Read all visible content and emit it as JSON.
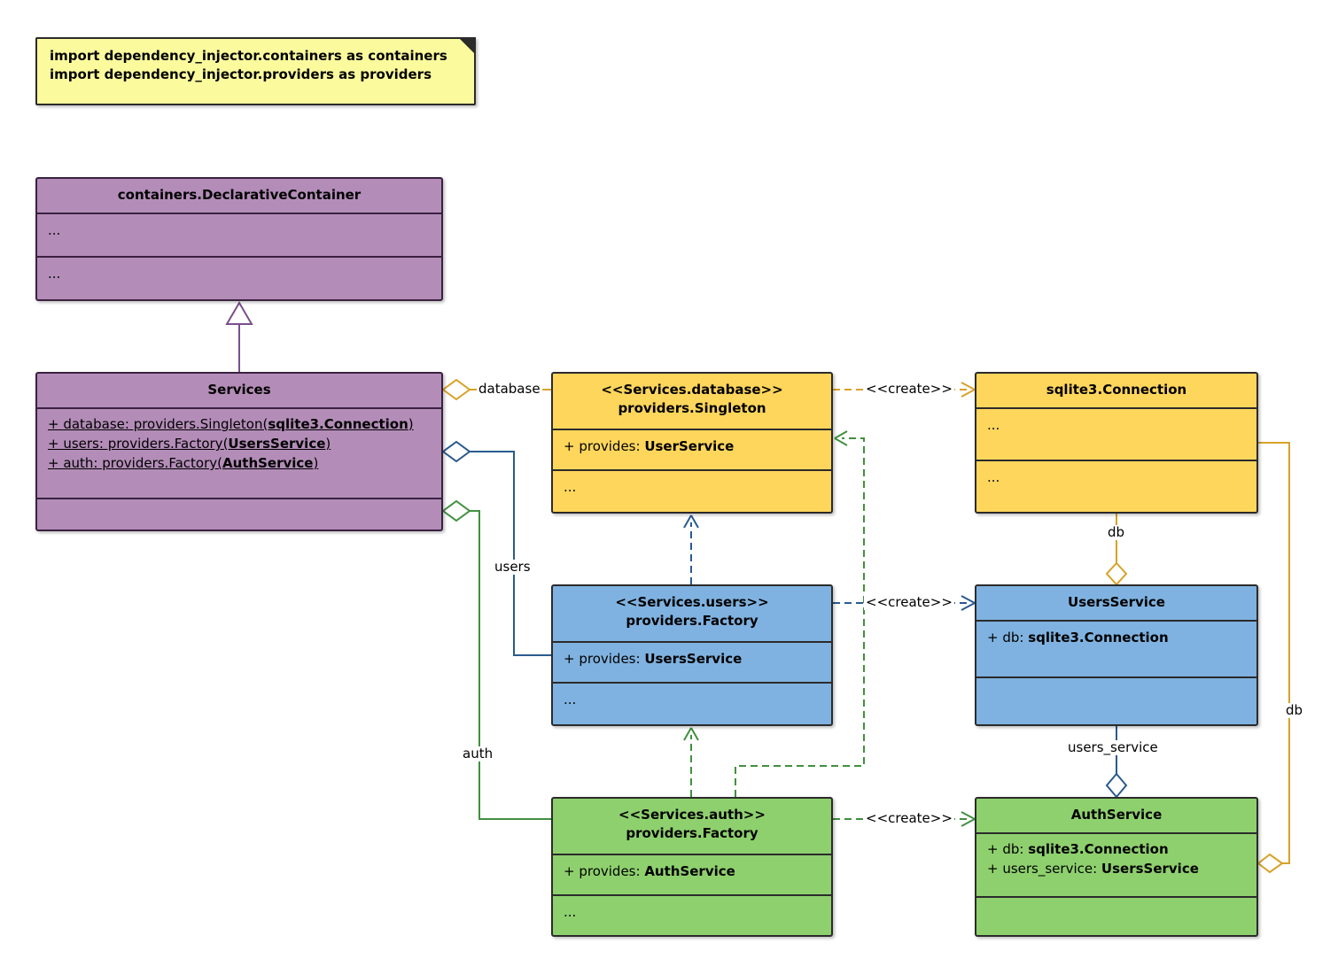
{
  "note": {
    "line1": "import dependency_injector.containers as containers",
    "line2": "import dependency_injector.providers as providers"
  },
  "colors": {
    "purple_fill": "#b38db8",
    "purple_line": "#7a4e8c",
    "yellow_fill": "#ffd65c",
    "yellow_line": "#d7a229",
    "blue_fill": "#7fb2e0",
    "blue_line": "#2a5a8f",
    "green_fill": "#8ed06e",
    "green_line": "#41903f"
  },
  "classes": {
    "declarative": {
      "title": "containers.DeclarativeContainer",
      "section1": "...",
      "section2": "..."
    },
    "services": {
      "title": "Services",
      "attrs": [
        {
          "pre": "+ database: providers.Singleton(",
          "bold": "sqlite3.Connection",
          "post": ")"
        },
        {
          "pre": "+ users: providers.Factory(",
          "bold": "UsersService",
          "post": ")"
        },
        {
          "pre": "+ auth: providers.Factory(",
          "bold": "AuthService",
          "post": ")"
        }
      ]
    },
    "singleton": {
      "stereotype": "<<Services.database>>",
      "name": "providers.Singleton",
      "provides_pre": "+ provides: ",
      "provides_bold": "UserService",
      "more": "..."
    },
    "connection": {
      "title": "sqlite3.Connection",
      "section1": "...",
      "section2": "..."
    },
    "users_factory": {
      "stereotype": "<<Services.users>>",
      "name": "providers.Factory",
      "provides_pre": "+ provides: ",
      "provides_bold": "UsersService",
      "more": "..."
    },
    "users_service": {
      "title": "UsersService",
      "attr_pre": "+ db: ",
      "attr_bold": "sqlite3.Connection"
    },
    "auth_factory": {
      "stereotype": "<<Services.auth>>",
      "name": "providers.Factory",
      "provides_pre": "+ provides: ",
      "provides_bold": "AuthService",
      "more": "..."
    },
    "auth_service": {
      "title": "AuthService",
      "attr1_pre": "+ db: ",
      "attr1_bold": "sqlite3.Connection",
      "attr2_pre": "+ users_service: ",
      "attr2_bold": "UsersService"
    }
  },
  "edges": {
    "database_label": "database",
    "users_label": "users",
    "auth_label": "auth",
    "create_label": "<<create>>",
    "db_label_users": "db",
    "db_label_auth": "db",
    "users_service_label": "users_service"
  }
}
